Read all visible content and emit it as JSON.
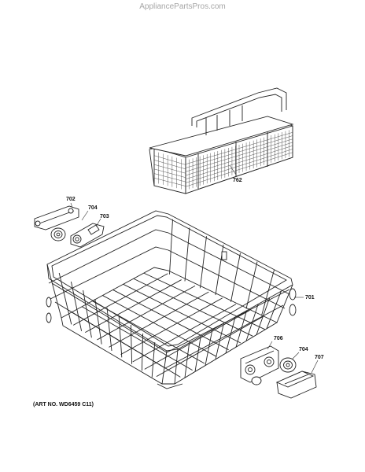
{
  "watermark": "AppliancePartsPros.com",
  "art_number": "(ART NO. WD6459 C11)",
  "callouts": {
    "silverware_basket": "762",
    "upper_left_bracket": "702",
    "upper_left_wheel": "704",
    "upper_left_clip": "703",
    "rack": "701",
    "lower_right_roller": "706",
    "lower_right_wheel": "704",
    "lower_right_cap": "707"
  }
}
